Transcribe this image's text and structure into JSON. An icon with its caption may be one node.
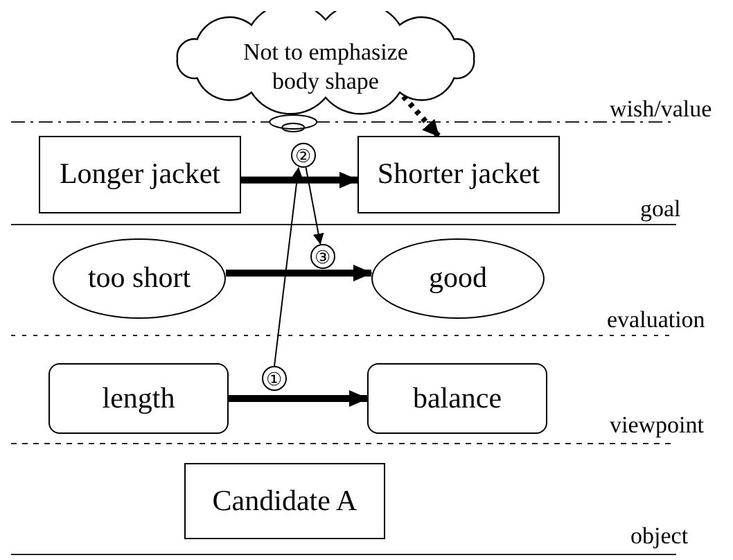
{
  "diagram": {
    "nodes": [
      {
        "text": [
          "Not to emphasize body shape"
        ]
      },
      {
        "text": [
          "Longer jacket"
        ]
      },
      {
        "text": [
          "Shorter jacket"
        ]
      },
      {
        "text": [
          "too short"
        ]
      },
      {
        "text": [
          "good"
        ]
      },
      {
        "text": [
          "length"
        ]
      },
      {
        "text": [
          "balance"
        ]
      },
      {
        "text": [
          "Candidate A"
        ]
      },
      {
        "text": [
          "①"
        ]
      },
      {
        "text": [
          "②"
        ]
      },
      {
        "text": [
          "③"
        ]
      }
    ],
    "edges": [
      {
        "from": 0,
        "to": 2,
        "arrow": "to",
        "style": "dashed"
      },
      {
        "from": 1,
        "to": 2,
        "arrow": "to"
      },
      {
        "from": 3,
        "to": 4,
        "arrow": "to"
      },
      {
        "from": 5,
        "to": 6,
        "arrow": "to"
      },
      {
        "from": 8,
        "to": 9,
        "arrow": "to"
      },
      {
        "from": 9,
        "to": 10,
        "arrow": "to"
      }
    ],
    "labels": [
      "wish/value",
      "goal",
      "evaluation",
      "viewpoint",
      "object"
    ]
  }
}
